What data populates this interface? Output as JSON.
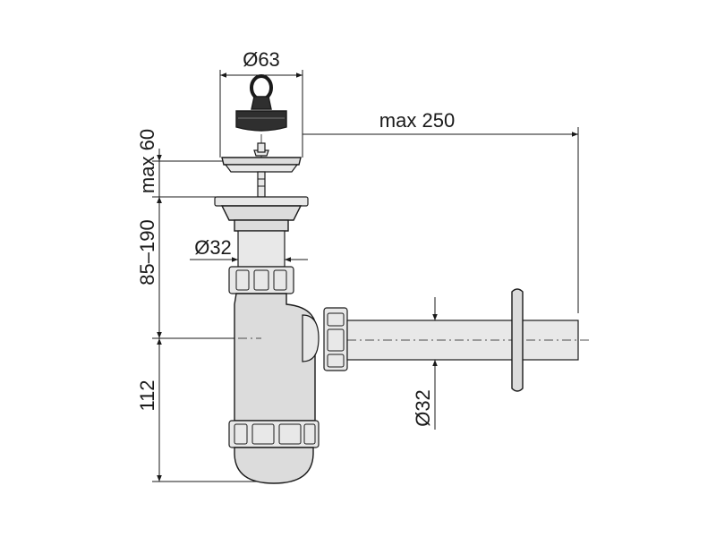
{
  "dimensions": {
    "stopper_diameter": "Ø63",
    "max_length": "max 250",
    "stopper_height": "max 60",
    "inlet_height": "85–190",
    "inlet_diameter": "Ø32",
    "trap_height": "112",
    "outlet_diameter": "Ø32"
  },
  "colors": {
    "line": "#1a1a1a",
    "body_fill": "#dcdcdc",
    "rubber_fill": "#2f2f2f"
  }
}
